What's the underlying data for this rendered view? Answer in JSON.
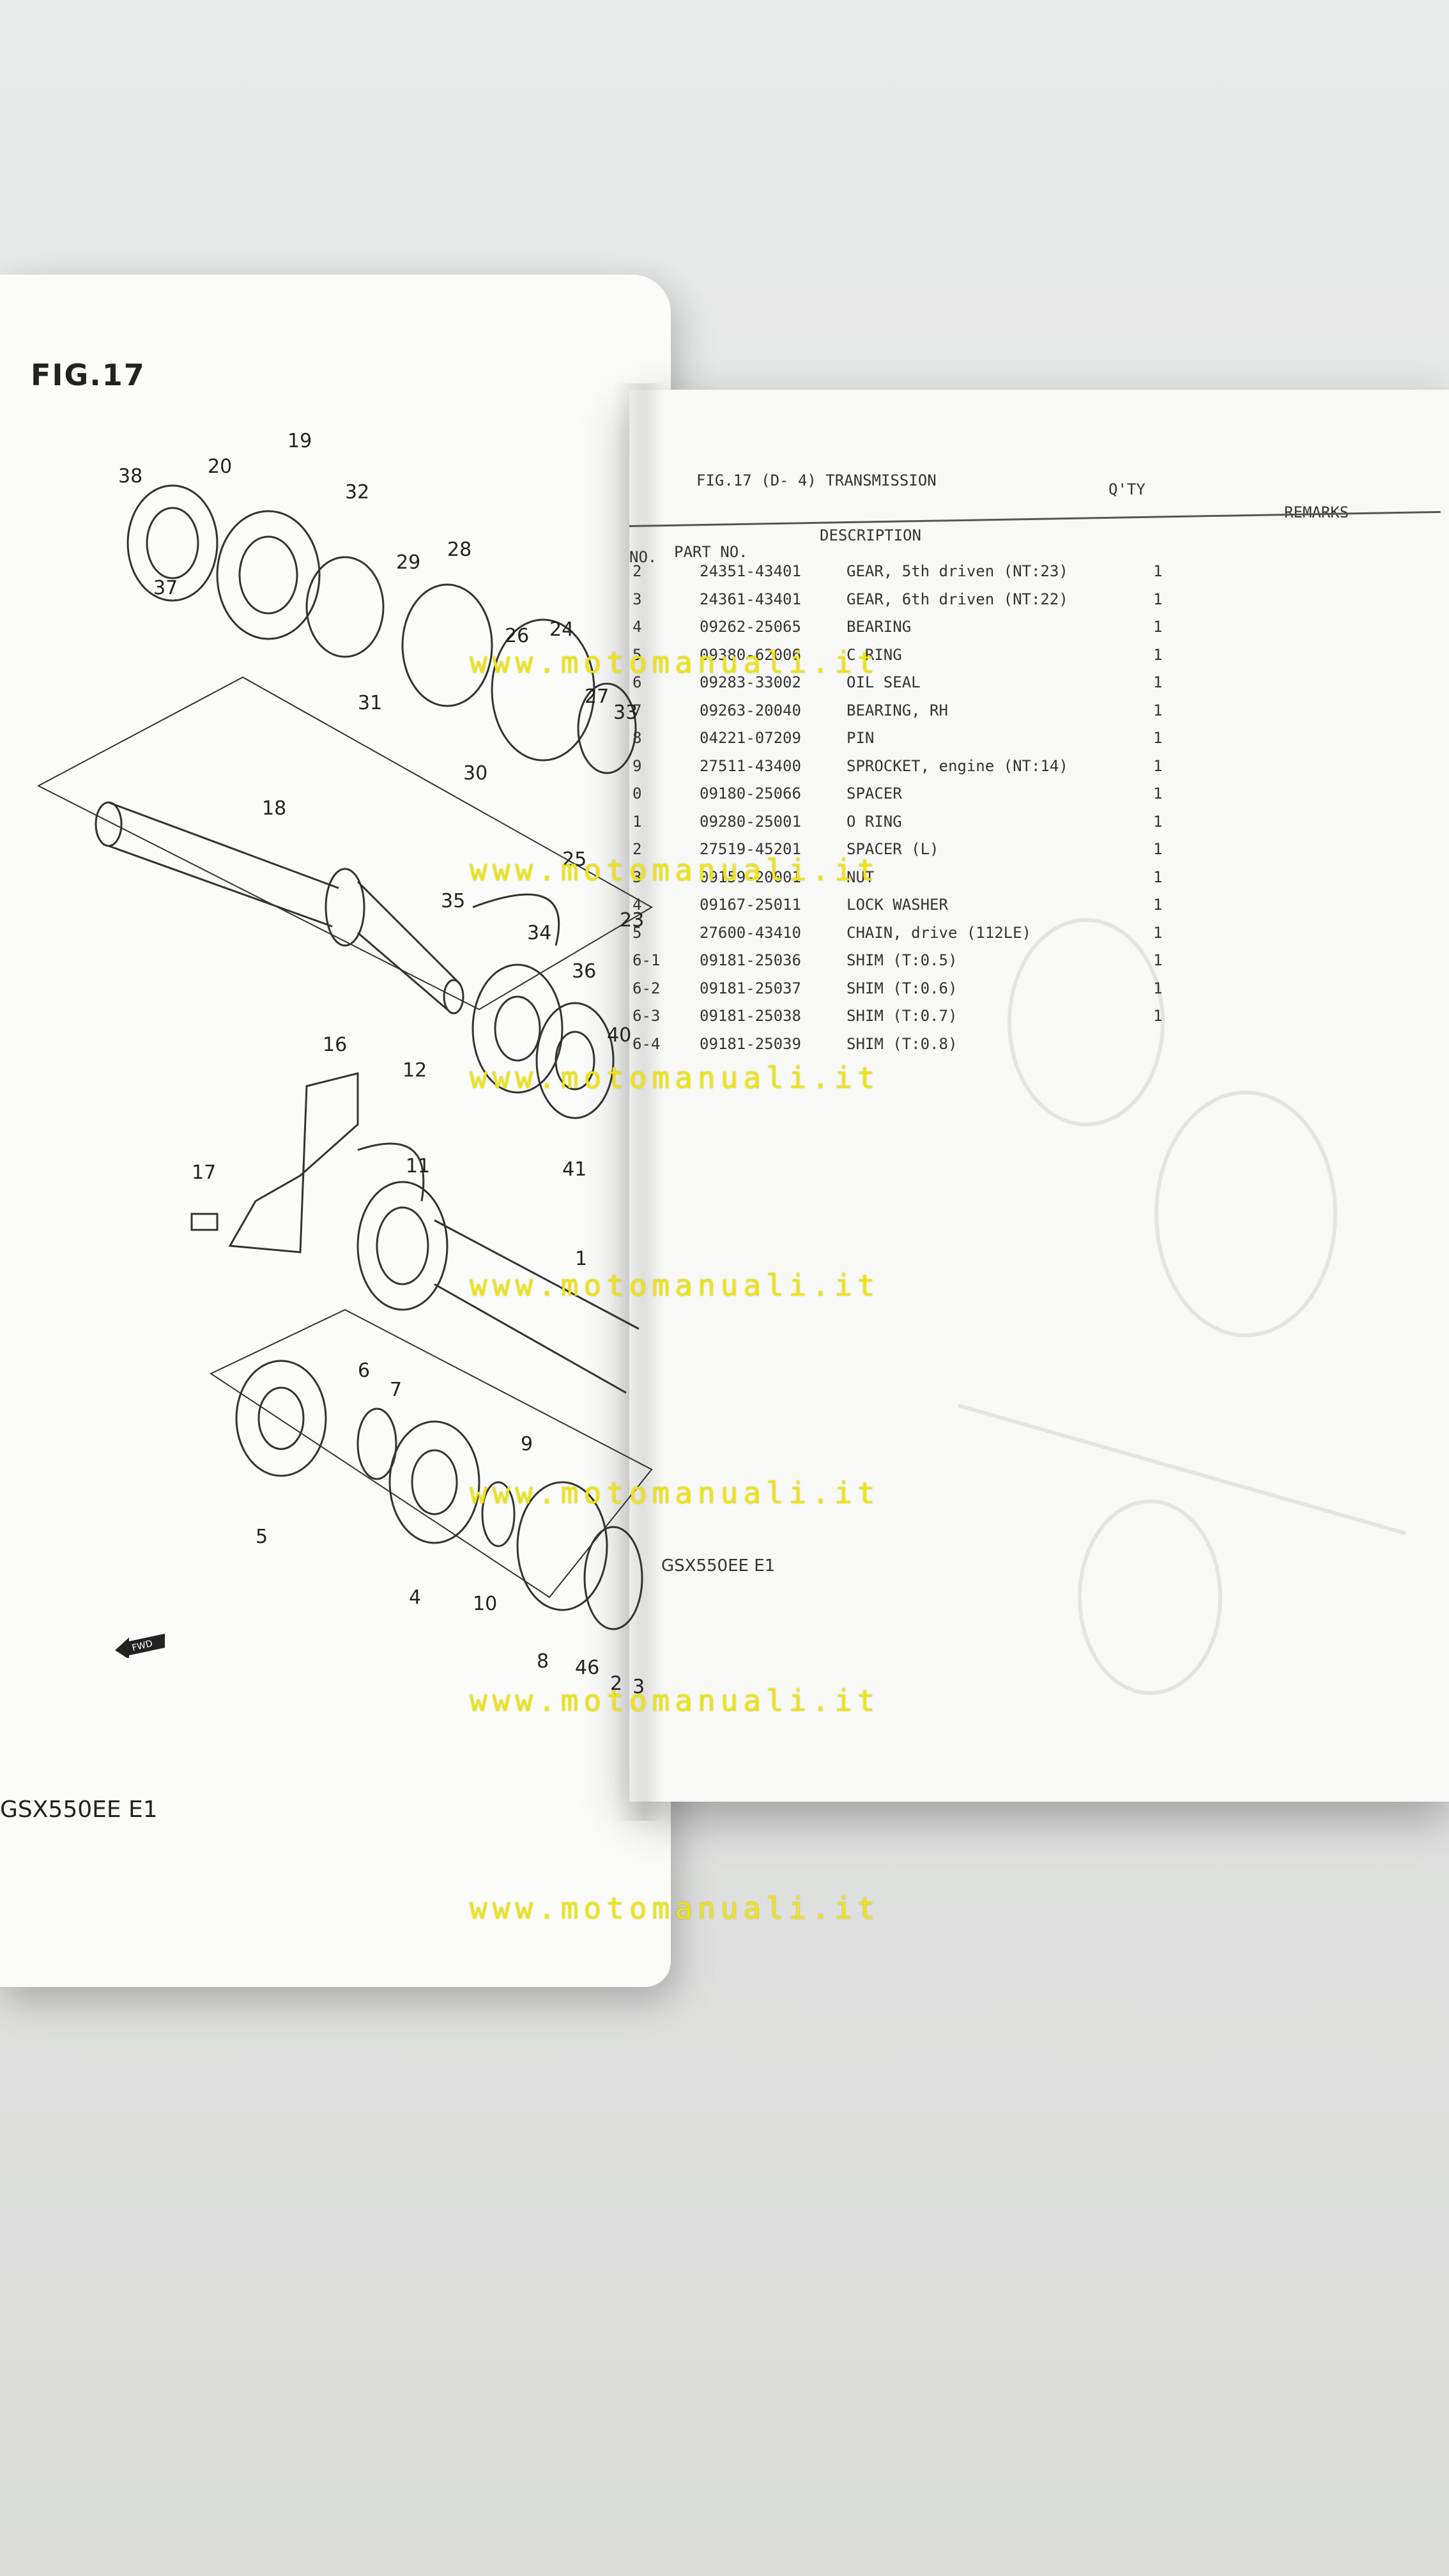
{
  "left_page": {
    "fig_title": "FIG.17",
    "footer": "GSX550EE E1",
    "model_label": "GSX550EE E1",
    "fwd_label": "FWD",
    "callouts": [
      "38",
      "20",
      "19",
      "32",
      "37",
      "29",
      "28",
      "31",
      "26",
      "24",
      "30",
      "27",
      "33",
      "23",
      "25",
      "18",
      "35",
      "34",
      "36",
      "40",
      "41",
      "16",
      "12",
      "11",
      "17",
      "1",
      "6",
      "7",
      "5",
      "9",
      "10",
      "4",
      "8",
      "46",
      "2",
      "3"
    ]
  },
  "right_page": {
    "title": "FIG.17 (D- 4) TRANSMISSION",
    "qty_header": "Q'TY",
    "remarks_header": "REMARKS",
    "columns": {
      "no": "NO.",
      "part_no": "PART NO.",
      "description": "DESCRIPTION"
    },
    "rows": [
      {
        "no": "2",
        "part": "24351-43401",
        "desc": "GEAR, 5th driven (NT:23)",
        "qty": "1"
      },
      {
        "no": "3",
        "part": "24361-43401",
        "desc": "GEAR, 6th driven (NT:22)",
        "qty": "1"
      },
      {
        "no": "4",
        "part": "09262-25065",
        "desc": "BEARING",
        "qty": "1"
      },
      {
        "no": "5",
        "part": "09380-62006",
        "desc": "C RING",
        "qty": "1"
      },
      {
        "no": "6",
        "part": "09283-33002",
        "desc": "OIL SEAL",
        "qty": "1"
      },
      {
        "no": "7",
        "part": "09263-20040",
        "desc": "BEARING, RH",
        "qty": "1"
      },
      {
        "no": "8",
        "part": "04221-07209",
        "desc": "PIN",
        "qty": "1"
      },
      {
        "no": "9",
        "part": "27511-43400",
        "desc": "SPROCKET, engine (NT:14)",
        "qty": "1"
      },
      {
        "no": "0",
        "part": "09180-25066",
        "desc": "SPACER",
        "qty": "1"
      },
      {
        "no": "1",
        "part": "09280-25001",
        "desc": "O RING",
        "qty": "1"
      },
      {
        "no": "2",
        "part": "27519-45201",
        "desc": "SPACER (L)",
        "qty": "1"
      },
      {
        "no": "3",
        "part": "09159-20001",
        "desc": "NUT",
        "qty": "1"
      },
      {
        "no": "4",
        "part": "09167-25011",
        "desc": "LOCK WASHER",
        "qty": "1"
      },
      {
        "no": "5",
        "part": "27600-43410",
        "desc": "CHAIN, drive (112LE)",
        "qty": "1"
      },
      {
        "no": "6-1",
        "part": "09181-25036",
        "desc": "SHIM (T:0.5)",
        "qty": "1"
      },
      {
        "no": "6-2",
        "part": "09181-25037",
        "desc": "SHIM (T:0.6)",
        "qty": "1"
      },
      {
        "no": "6-3",
        "part": "09181-25038",
        "desc": "SHIM (T:0.7)",
        "qty": "1"
      },
      {
        "no": "6-4",
        "part": "09181-25039",
        "desc": "SHIM (T:0.8)",
        "qty": ""
      }
    ]
  },
  "watermark": "www.motomanuali.it"
}
